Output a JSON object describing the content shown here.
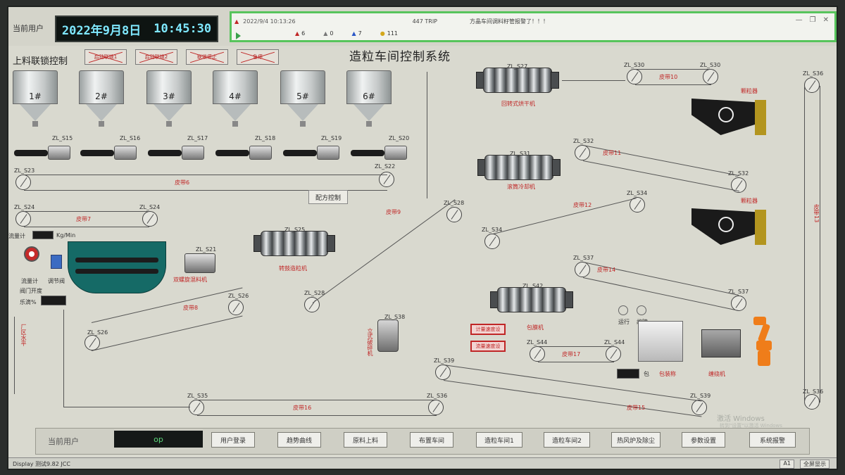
{
  "header": {
    "user_label": "当前用户",
    "date": "2022年9月8日",
    "time": "10:45:30"
  },
  "alarm": {
    "timestamp": "2022/9/4 10:13:26",
    "code": "447 TRIP",
    "message": "方晶车间调料籽管报警了！！！",
    "counts": [
      "6",
      "0",
      "7",
      "111"
    ]
  },
  "title": "造粒车间控制系统",
  "interlock": {
    "title": "上料联锁控制",
    "buttons": [
      "启动联锁1",
      "启动联锁2",
      "联锁停止",
      "急停"
    ]
  },
  "silos": [
    "1#",
    "2#",
    "3#",
    "4#",
    "5#",
    "6#"
  ],
  "feeders": [
    "ZL_S15",
    "ZL_S16",
    "ZL_S17",
    "ZL_S18",
    "ZL_S19",
    "ZL_S20"
  ],
  "belts": {
    "s22": "ZL_S22",
    "s23": "ZL_S23",
    "b6": "皮带6",
    "s24": "ZL_S24",
    "s24b": "ZL_S24",
    "b7": "皮带7",
    "s25": "ZL_S25",
    "s26": "ZL_S26",
    "s26b": "ZL_S26",
    "s28": "ZL_S28",
    "b8": "皮带8",
    "s28b": "ZL_S28",
    "b9": "皮带9",
    "s30": "ZL_S30",
    "s30b": "ZL_S30",
    "b10": "皮带10",
    "s32": "ZL_S32",
    "s32b": "ZL_S32",
    "b11": "皮带11",
    "s34": "ZL_S34",
    "s34b": "ZL_S34",
    "b12": "皮带12",
    "s37": "ZL_S37",
    "s37b": "ZL_S37",
    "b14": "皮带14",
    "s35": "ZL_S35",
    "s36": "ZL_S36",
    "b16": "皮带16",
    "s36b": "ZL_S36",
    "s39": "ZL_S39",
    "s39b": "ZL_S39",
    "b15": "皮带15",
    "s44": "ZL_S44",
    "s44b": "ZL_S44",
    "b17": "皮带17",
    "s38": "ZL_S38",
    "b13": "皮带13",
    "s36c": "ZL_S36"
  },
  "equipment": {
    "drum1": "ZL_S27",
    "drum1_label": "回转式烘干机",
    "drum2": "ZL_S31",
    "drum2_label": "滚筒冷却机",
    "drum3": "ZL_S42",
    "drum3_label": "包膜机",
    "granulator": "ZL_S25",
    "granulator_label": "转鼓造粒机",
    "screen1_label": "颗粒器",
    "screen2_label": "颗粒器",
    "mixer_motor": "ZL_S21",
    "mixer_label": "双螺旋混料机",
    "vertical_label": "立式破碎机",
    "pack_label": "包装称",
    "wrap_label": "缠绕机",
    "bag_label": "包",
    "run_label": "运行",
    "fault_label": "故障"
  },
  "controls": {
    "recipe": "配方控制",
    "red_btn1": "计量速度设",
    "red_btn2": "流量速度设",
    "flow_meter": "流量计",
    "flow_unit": "Kg/Min",
    "flowmeter_lbl": "流量计",
    "regulating_valve": "调节阀",
    "valve_opening": "阀门开度",
    "ratio": "乐滴%",
    "left_note": "厂区水平"
  },
  "bottom": {
    "user_label": "当前用户",
    "op": "op",
    "buttons": [
      "用户登录",
      "趋势曲线",
      "原料上料",
      "布置车间",
      "造粒车间1",
      "造粒车间2",
      "热风炉及除尘",
      "参数设置",
      "系统报警"
    ]
  },
  "taskbar": {
    "left": "Display 测试9.82 JCC",
    "right": [
      "A1",
      "全屏显示"
    ]
  },
  "watermark": {
    "line1": "激活 Windows",
    "line2": "转到\"设置\"以激活 Windows"
  }
}
